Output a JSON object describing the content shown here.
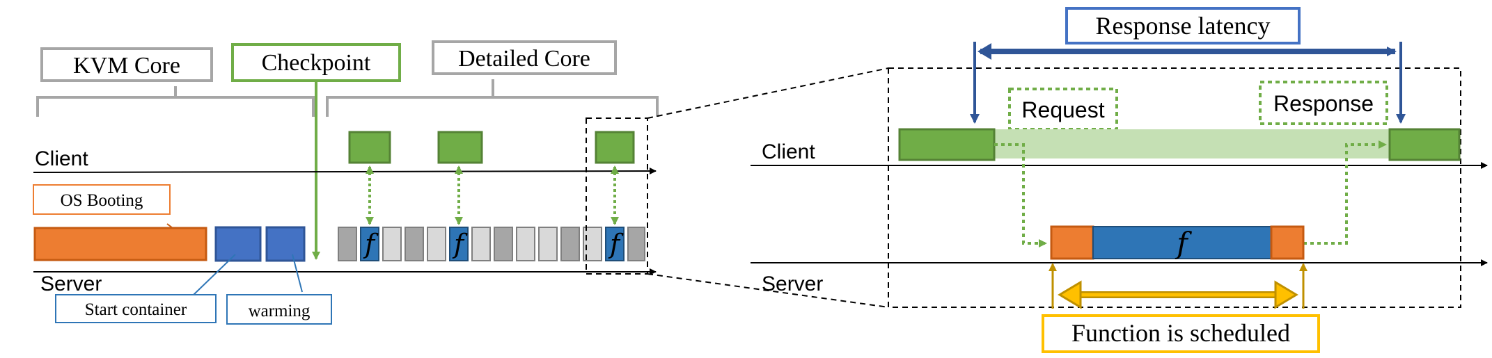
{
  "left": {
    "kvm_core_label": "KVM Core",
    "checkpoint_label": "Checkpoint",
    "detailed_core_label": "Detailed Core",
    "client_label": "Client",
    "server_label": "Server",
    "os_booting_label": "OS Booting",
    "start_container_label": "Start container",
    "warming_label": "warming",
    "function_symbol": "f"
  },
  "right": {
    "response_latency_label": "Response latency",
    "request_label": "Request",
    "response_label": "Response",
    "client_label": "Client",
    "server_label": "Server",
    "function_symbol": "f",
    "function_scheduled_label": "Function is scheduled"
  },
  "colors": {
    "green_fill": "#70ad47",
    "green_stroke": "#548235",
    "green_light": "#c5e0b4",
    "orange_fill": "#ed7d31",
    "orange_stroke": "#c55a11",
    "blue_fill": "#4472c4",
    "blue_dark": "#2e75b6",
    "navy": "#2f5597",
    "gold": "#ffc000",
    "gold_dark": "#bf9000",
    "gray_box": "#bfbfbf",
    "gray_brace": "#a6a6a6"
  }
}
